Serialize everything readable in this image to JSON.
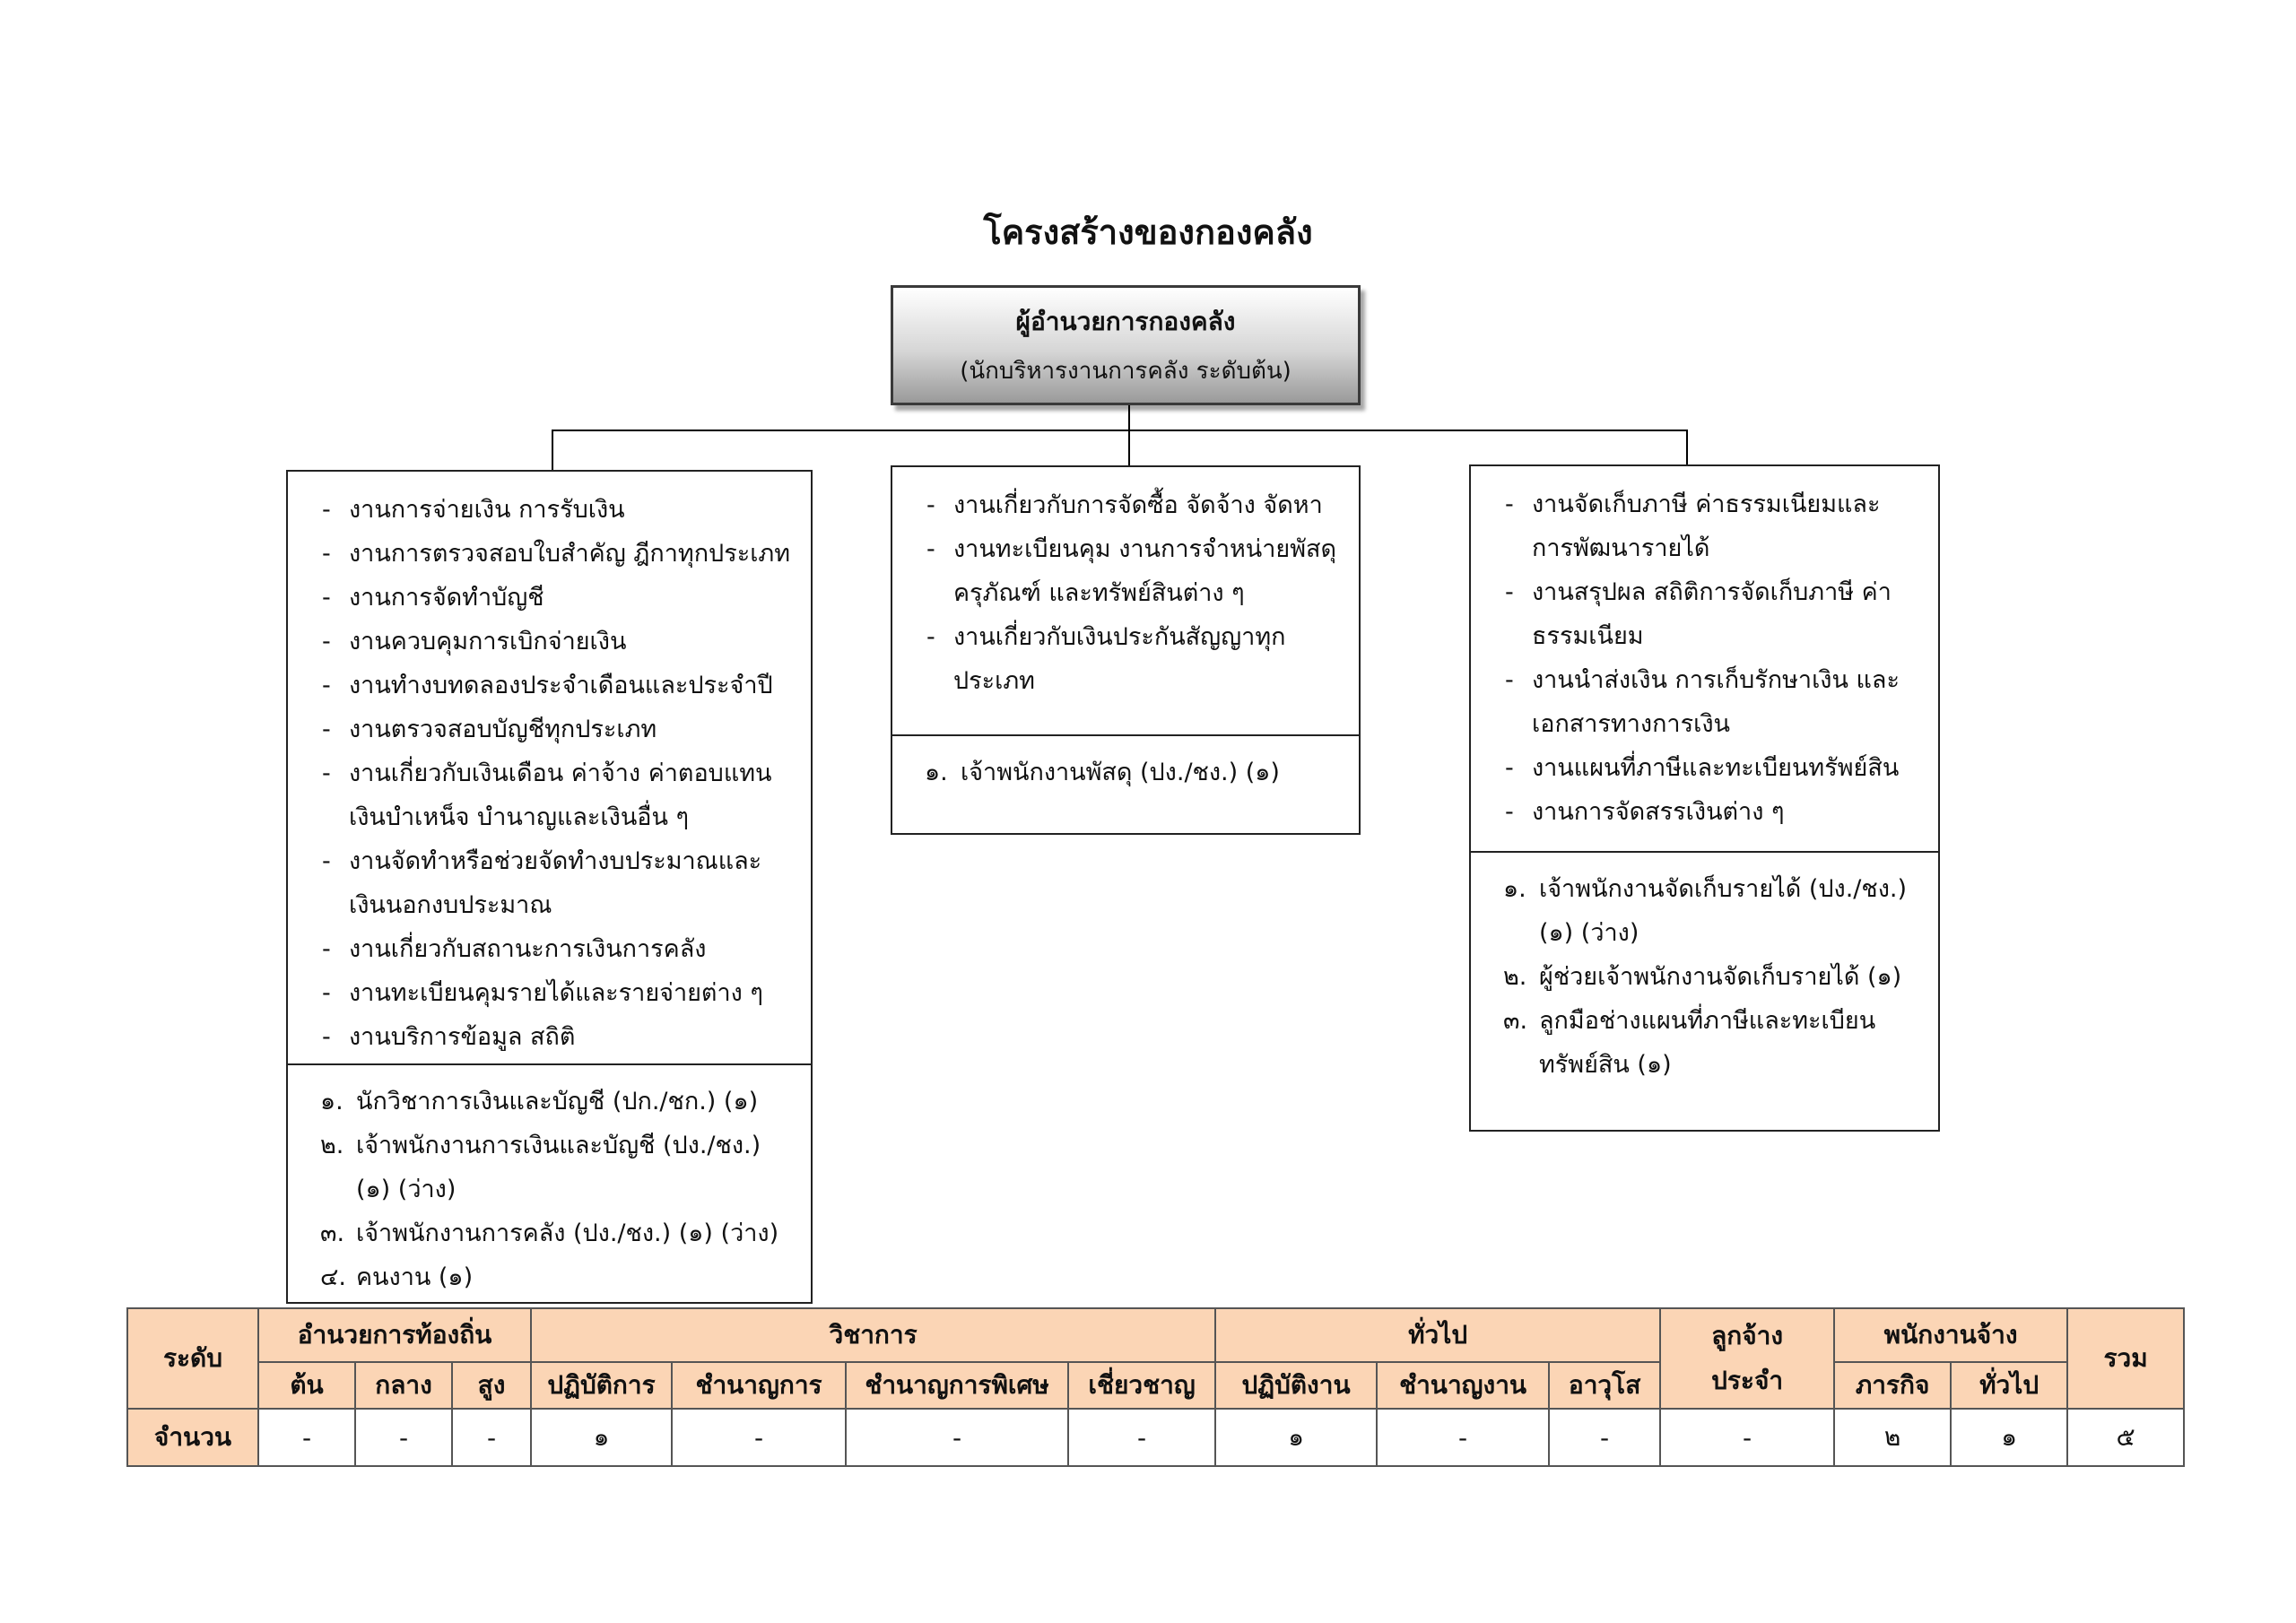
{
  "title": "โครงสร้างของกองคลัง",
  "head": {
    "title": "ผู้อำนวยการกองคลัง",
    "subtitle": "(นักบริหารงานการคลัง ระดับต้น)"
  },
  "units": [
    {
      "tasks": [
        "งานการจ่ายเงิน การรับเงิน",
        "งานการตรวจสอบใบสำคัญ ฎีกาทุกประเภท",
        "งานการจัดทำบัญชี",
        "งานควบคุมการเบิกจ่ายเงิน",
        "งานทำงบทดลองประจำเดือนและประจำปี",
        "งานตรวจสอบบัญชีทุกประเภท",
        "งานเกี่ยวกับเงินเดือน ค่าจ้าง ค่าตอบแทน เงินบำเหน็จ บำนาญและเงินอื่น ๆ",
        "งานจัดทำหรือช่วยจัดทำงบประมาณและเงินนอกงบประมาณ",
        "งานเกี่ยวกับสถานะการเงินการคลัง",
        "งานทะเบียนคุมรายได้และรายจ่ายต่าง ๆ",
        "งานบริการข้อมูล สถิติ"
      ],
      "staff": [
        {
          "num": "๑.",
          "text": "นักวิชาการเงินและบัญชี (ปก./ชก.) (๑)"
        },
        {
          "num": "๒.",
          "text": "เจ้าพนักงานการเงินและบัญชี (ปง./ชง.) (๑) (ว่าง)"
        },
        {
          "num": "๓.",
          "text": "เจ้าพนักงานการคลัง (ปง./ชง.) (๑) (ว่าง)"
        },
        {
          "num": "๔.",
          "text": "คนงาน (๑)"
        }
      ]
    },
    {
      "tasks": [
        "งานเกี่ยวกับการจัดซื้อ จัดจ้าง จัดหา",
        "งานทะเบียนคุม งานการจำหน่ายพัสดุ ครุภัณฑ์ และทรัพย์สินต่าง ๆ",
        "งานเกี่ยวกับเงินประกันสัญญาทุกประเภท"
      ],
      "staff": [
        {
          "num": "๑.",
          "text": "เจ้าพนักงานพัสดุ (ปง./ชง.) (๑)"
        }
      ]
    },
    {
      "tasks": [
        "งานจัดเก็บภาษี ค่าธรรมเนียมและการพัฒนารายได้",
        "งานสรุปผล สถิติการจัดเก็บภาษี ค่าธรรมเนียม",
        "งานนำส่งเงิน การเก็บรักษาเงิน และเอกสารทางการเงิน",
        "งานแผนที่ภาษีและทะเบียนทรัพย์สิน",
        "งานการจัดสรรเงินต่าง ๆ"
      ],
      "staff": [
        {
          "num": "๑.",
          "text": "เจ้าพนักงานจัดเก็บรายได้ (ปง./ชง.) (๑) (ว่าง)"
        },
        {
          "num": "๒.",
          "text": "ผู้ช่วยเจ้าพนักงานจัดเก็บรายได้ (๑)"
        },
        {
          "num": "๓.",
          "text": "ลูกมือช่างแผนที่ภาษีและทะเบียนทรัพย์สิน (๑)"
        }
      ]
    }
  ],
  "summary": {
    "level_label": "ระดับ",
    "groups": {
      "local_director": "อำนวยการท้องถิ่น",
      "academic": "วิชาการ",
      "general": "ทั่วไป",
      "permanent_employee": "ลูกจ้างประจำ",
      "contract_staff": "พนักงานจ้าง",
      "total": "รวม"
    },
    "sublevels": [
      "ต้น",
      "กลาง",
      "สูง",
      "ปฏิบัติการ",
      "ชำนาญการ",
      "ชำนาญการพิเศษ",
      "เชี่ยวชาญ",
      "ปฏิบัติงาน",
      "ชำนาญงาน",
      "อาวุโส",
      "ภารกิจ",
      "ทั่วไป"
    ],
    "count_label": "จำนวน",
    "counts": [
      "-",
      "-",
      "-",
      "๑",
      "-",
      "-",
      "-",
      "๑",
      "-",
      "-",
      "-",
      "๒",
      "๑",
      "๕"
    ]
  }
}
